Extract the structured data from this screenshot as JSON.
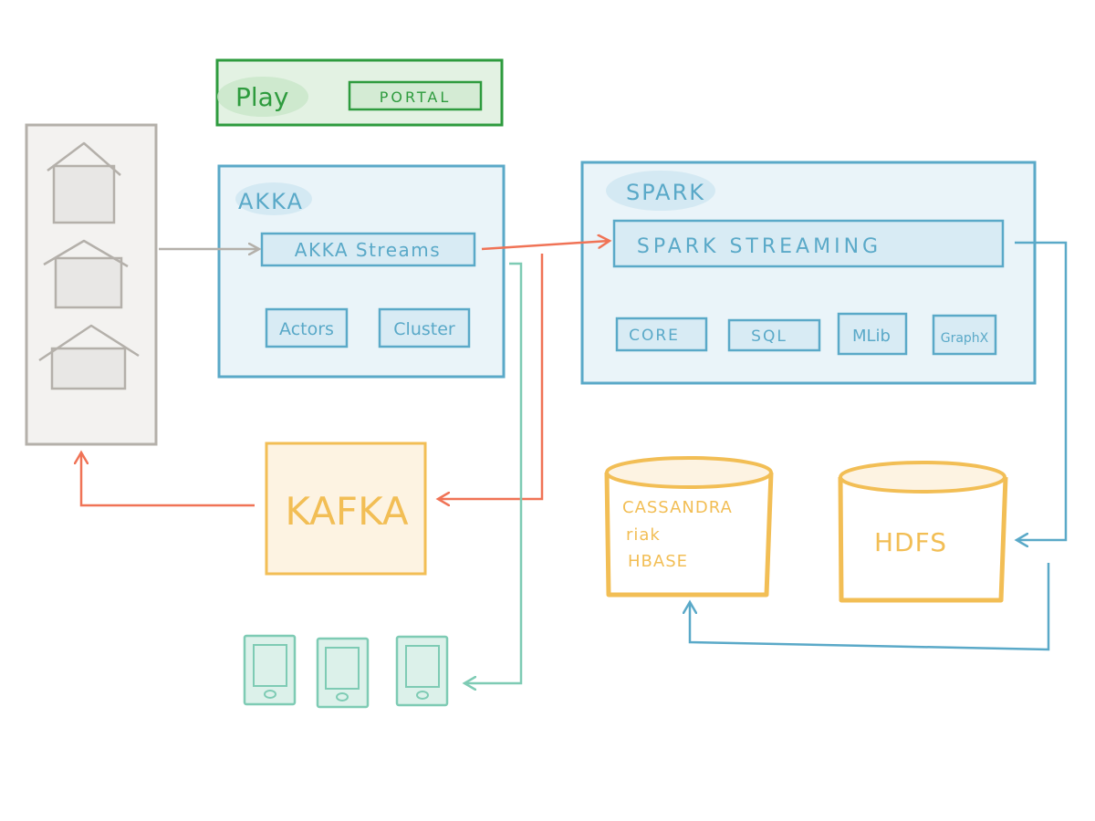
{
  "play": {
    "title": "Play",
    "portal": "PORTAL"
  },
  "akka": {
    "title": "AKKA",
    "streams": "AKKA Streams",
    "actors": "Actors",
    "cluster": "Cluster"
  },
  "spark": {
    "title": "SPARK",
    "streaming": "SPARK STREAMING",
    "modules": [
      "CORE",
      "SQL",
      "MLib",
      "GraphX"
    ]
  },
  "kafka": {
    "label": "KAFKA"
  },
  "cassandra_store": {
    "line1": "CASSANDRA",
    "line2": "riak",
    "line3": "HBASE"
  },
  "hdfs_store": {
    "label": "HDFS"
  },
  "colors": {
    "green": "#2e9b3e",
    "green_fill": "#e3f2e3",
    "blue": "#5aa9c8",
    "blue_fill": "#eaf4f9",
    "blue_label_fill": "#d8ebf4",
    "gray": "#b4b0aa",
    "gray_fill": "#f3f2f0",
    "orange": "#f07356",
    "yellow": "#f2be55",
    "yellow_fill": "#fdf3e2",
    "teal": "#7ecbb4",
    "teal_fill": "#dcf1ea"
  }
}
